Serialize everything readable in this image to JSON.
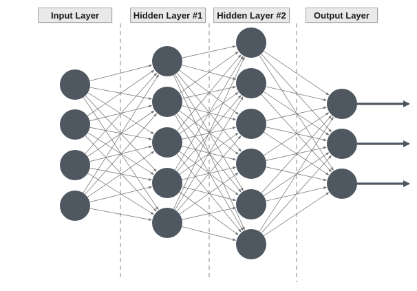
{
  "labels": {
    "input": "Input Layer",
    "hidden1": "Hidden Layer #1",
    "hidden2": "Hidden Layer #2",
    "output": "Output Layer"
  },
  "network": {
    "layer_sizes": [
      4,
      5,
      6,
      3
    ],
    "output_arrows": 3,
    "fully_connected": true
  },
  "colors": {
    "node_fill": "#4f5861",
    "edge": "#7a7a7a",
    "divider": "#9a9a9a",
    "output_arrow": "#4f5861"
  }
}
